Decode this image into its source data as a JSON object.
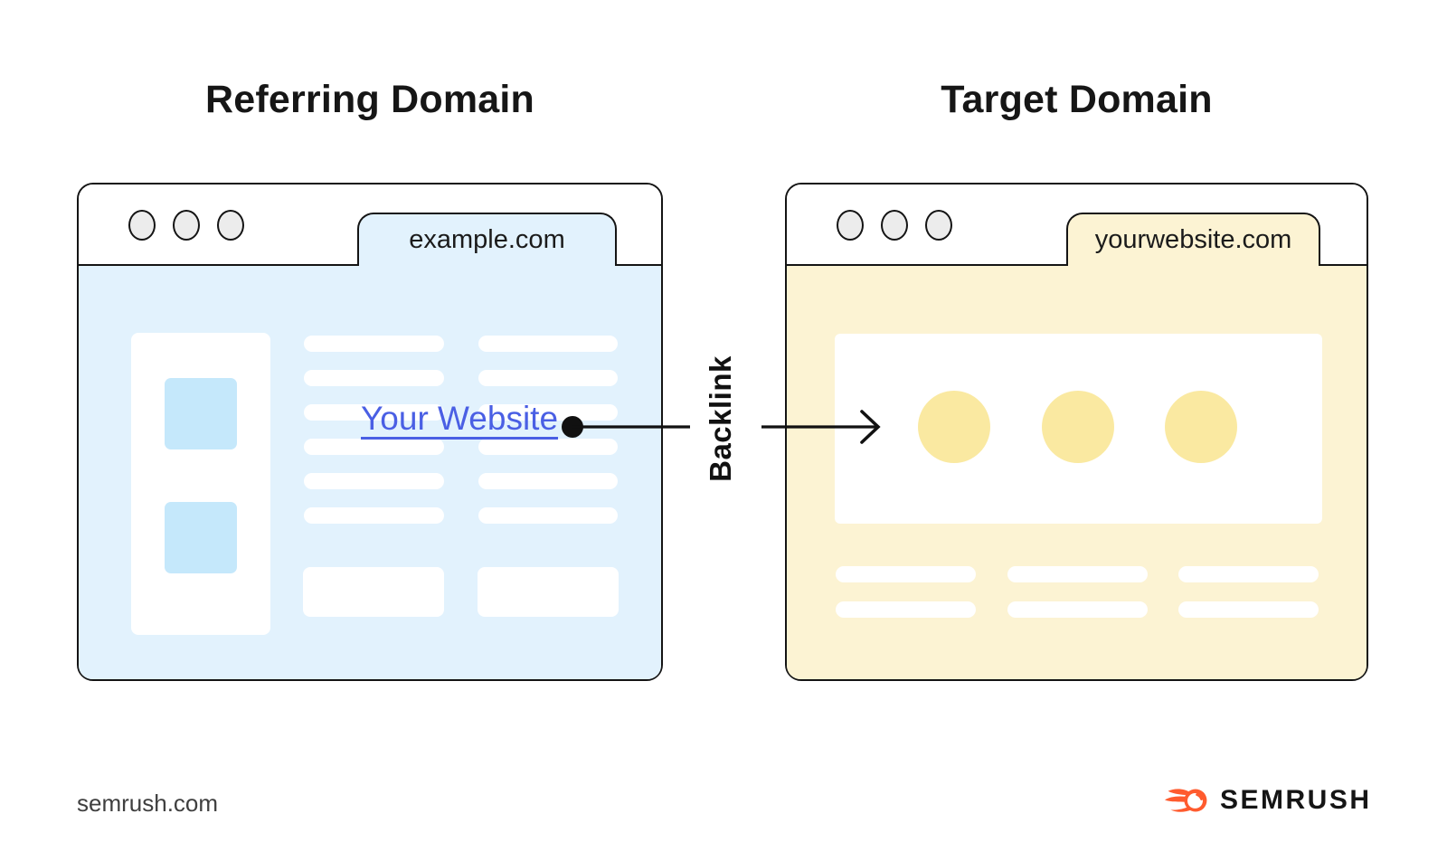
{
  "diagram": {
    "left": {
      "title": "Referring Domain",
      "tab": "example.com",
      "link_label": "Your Website"
    },
    "right": {
      "title": "Target Domain",
      "tab": "yourwebsite.com"
    },
    "arrow_label": "Backlink"
  },
  "footer": {
    "source": "semrush.com",
    "brand": "SEMRUSH"
  },
  "colors": {
    "ink": "#141414",
    "blue-bg": "#E2F2FD",
    "blue-accent": "#C5E8FB",
    "yellow-bg": "#FCF3D3",
    "yellow-accent": "#FAE9A1",
    "link-blue": "#4A5FE4",
    "orange": "#FF5B2E",
    "muted-text": "#3F3F3F",
    "control-dot": "#ECECEC"
  }
}
